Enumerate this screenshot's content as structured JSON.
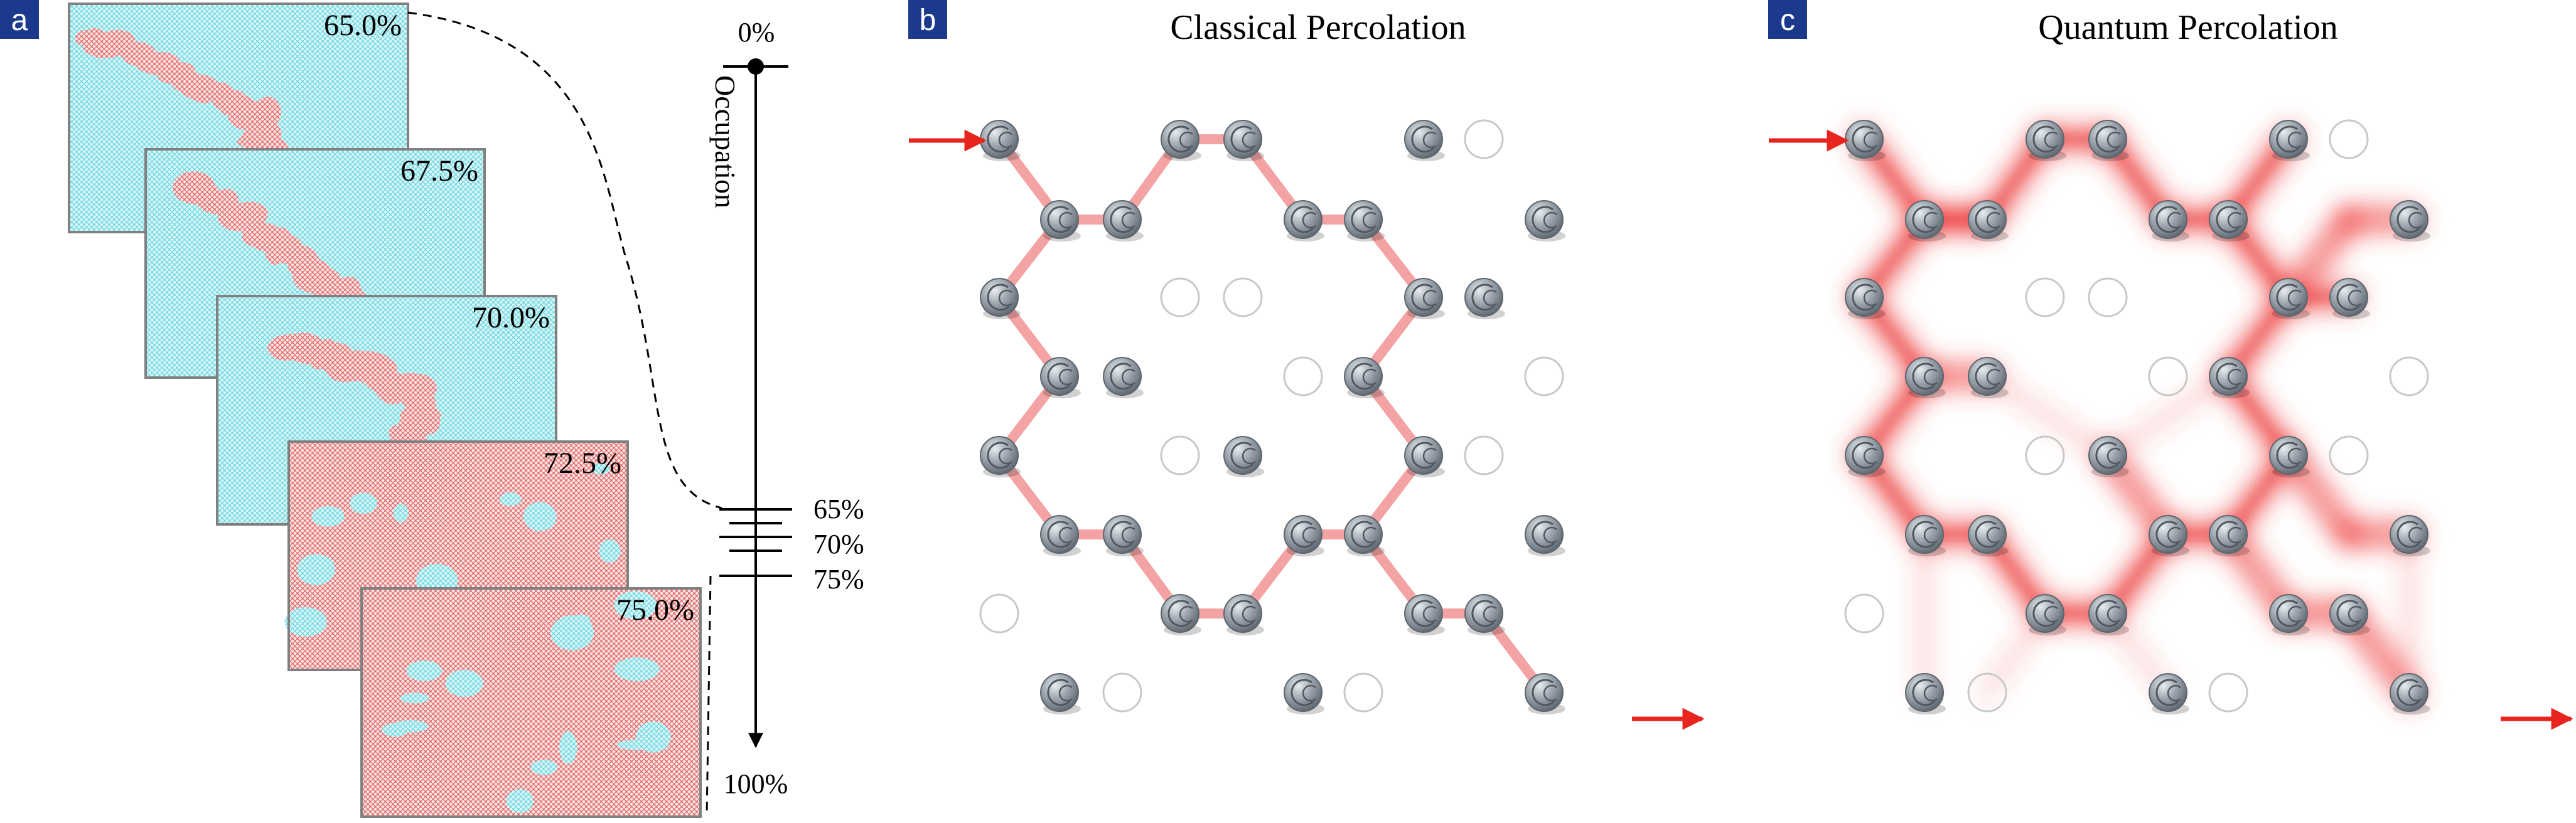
{
  "panel_a": {
    "letter": "a",
    "frames": [
      {
        "label": "65.0%",
        "red_fraction": 0.18
      },
      {
        "label": "67.5%",
        "red_fraction": 0.22
      },
      {
        "label": "70.0%",
        "red_fraction": 0.26
      },
      {
        "label": "72.5%",
        "red_fraction": 0.92
      },
      {
        "label": "75.0%",
        "red_fraction": 0.95
      }
    ],
    "axis": {
      "start_label": "0%",
      "end_label": "100%",
      "title": "Occupation",
      "ticks": [
        "65%",
        "70%",
        "75%"
      ]
    }
  },
  "panel_b": {
    "letter": "b",
    "title": "Classical Percolation"
  },
  "panel_c": {
    "letter": "c",
    "title": "Quantum Percolation"
  },
  "colors": {
    "panel_badge": "#1c3a8c",
    "cyan_site": "#7fe0e8",
    "red_site": "#e57373",
    "path_pink": "#f3a3a3",
    "arrow_red": "#e8241f",
    "atom_gray": "#8f9aa3",
    "empty_ring": "#c8c8c8"
  }
}
